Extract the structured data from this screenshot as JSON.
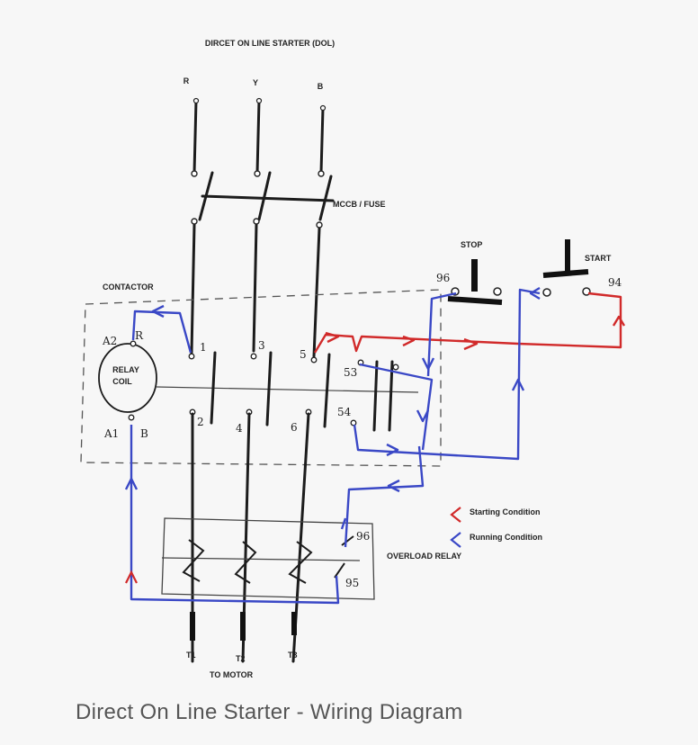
{
  "diagram": {
    "title": "DIRCET ON LINE STARTER (DOL)",
    "phases": [
      "R",
      "Y",
      "B"
    ],
    "mccb_label": "MCCB / FUSE",
    "contactor_label": "CONTACTOR",
    "coil_label_line1": "RELAY",
    "coil_label_line2": "COIL",
    "coil_terminals": {
      "a2": "A2",
      "r": "R",
      "a1": "A1",
      "b": "B"
    },
    "main_terminals": [
      "1",
      "3",
      "5",
      "2",
      "4",
      "6"
    ],
    "aux_terminals": {
      "t53": "53",
      "t54": "54"
    },
    "stop_label": "STOP",
    "start_label": "START",
    "stop_terminal": "96",
    "start_terminal": "94",
    "overload_label": "OVERLOAD RELAY",
    "overload_terminals": {
      "t96": "96",
      "t95": "95"
    },
    "motor_terminals": [
      "T1",
      "T2",
      "T3"
    ],
    "motor_label": "TO MOTOR",
    "legend": [
      {
        "label": "Starting Condition",
        "color": "#d12a2a"
      },
      {
        "label": "Running Condition",
        "color": "#3a48c6"
      }
    ]
  },
  "caption": "Direct On Line Starter - Wiring Diagram"
}
